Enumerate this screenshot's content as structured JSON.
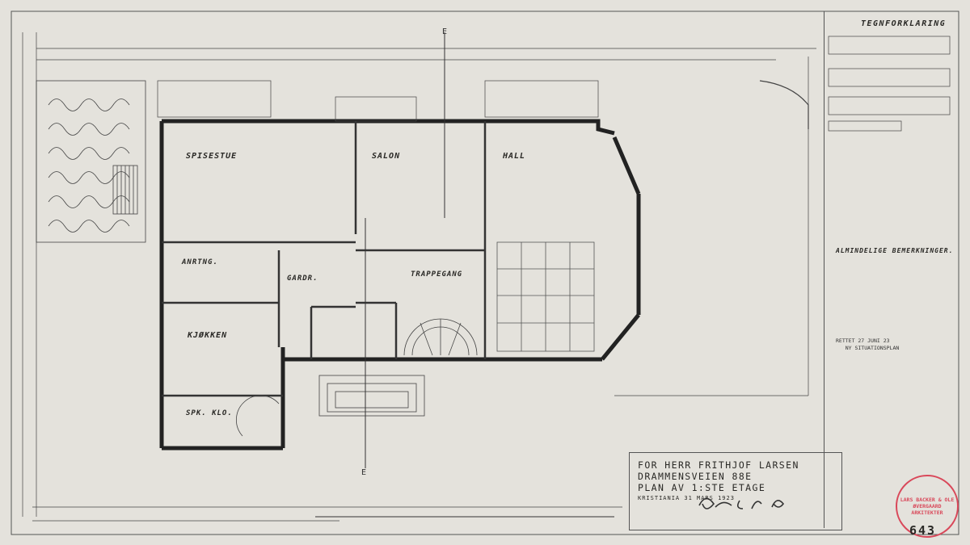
{
  "sheet": {
    "sheet_number": "643",
    "legend_title": "TEGNFORKLARING"
  },
  "rooms": {
    "spisestue": "SPISESTUE",
    "salon": "SALON",
    "hall": "HALL",
    "anretning": "ANRTNG.",
    "kjokken": "KJØKKEN",
    "gardr": "GARDR.",
    "trappegang": "TRAPPEGANG",
    "spk_klo": "SPK. KLO."
  },
  "title_block": {
    "line1": "FOR HERR FRITHJOF LARSEN",
    "line2": "DRAMMENSVEIEN 88E",
    "line3": "PLAN AV 1:STE ETAGE",
    "line4": "KRISTIANIA 31 MARS 1923"
  },
  "notes": {
    "almindelige_heading": "ALMINDELIGE BEMERKNINGER.",
    "rettet": "RETTET 27 JUNI 23\n   NY SITUATIONSPLAN"
  },
  "stamp": {
    "text": "LARS BACKER & OLE ØVERGAARD\nARKITEKTER"
  },
  "colors": {
    "paper": "#e4e2dc",
    "ink": "#2a2926",
    "stamp": "#d9485a"
  }
}
